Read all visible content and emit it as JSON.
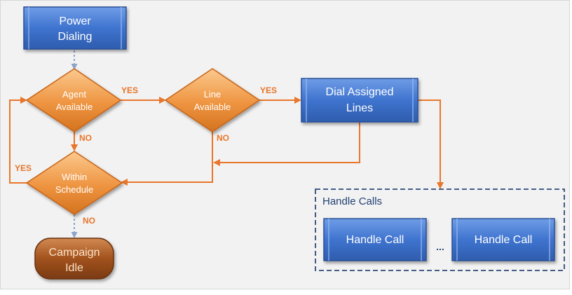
{
  "diagram": {
    "nodes": {
      "power_dialing": [
        "Power",
        "Dialing"
      ],
      "agent_available": [
        "Agent",
        "Available"
      ],
      "line_available": [
        "Line",
        "Available"
      ],
      "dial_assigned_lines": [
        "Dial Assigned",
        "Lines"
      ],
      "within_schedule": [
        "Within",
        "Schedule"
      ],
      "campaign_idle": [
        "Campaign",
        "Idle"
      ],
      "handle_call_1": "Handle Call",
      "handle_call_2": "Handle Call"
    },
    "group_label": "Handle Calls",
    "ellipsis": "...",
    "edge_labels": {
      "agent_yes": "YES",
      "agent_no": "NO",
      "line_yes": "YES",
      "line_no": "NO",
      "schedule_yes": "YES",
      "schedule_no": "NO"
    }
  },
  "colors": {
    "process_fill": "#3f74cf",
    "process_stroke": "#2a4f95",
    "decision_fill": "#ee9440",
    "decision_stroke": "#c86418",
    "terminal_fill": "#a2521d",
    "connector": "#e8762b",
    "edge_label": "#e8762b",
    "dashed_arrow": "#8ea4c8",
    "group_border": "#2e4a78",
    "canvas": "#f2f2f2"
  }
}
